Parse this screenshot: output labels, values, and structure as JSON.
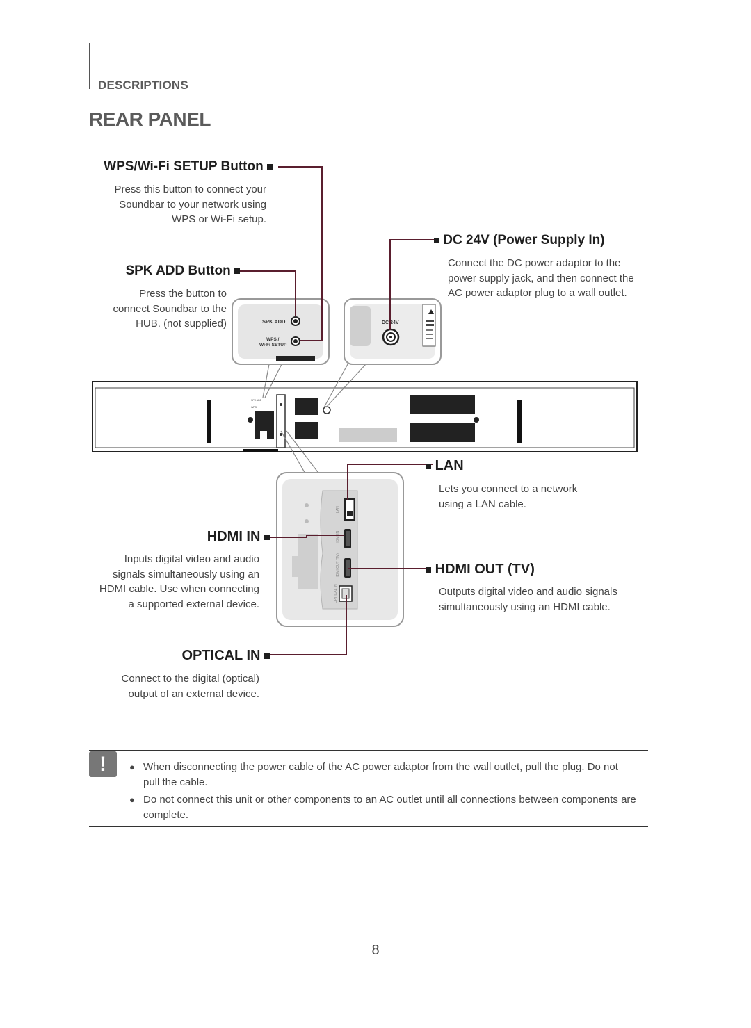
{
  "header": {
    "section": "DESCRIPTIONS",
    "title": "REAR PANEL"
  },
  "callouts": {
    "wps": {
      "title": "WPS/Wi-Fi SETUP Button",
      "lines": [
        "Press this button to connect your",
        "Soundbar to your network using",
        "WPS or Wi-Fi setup."
      ]
    },
    "spk_add": {
      "title": "SPK ADD Button",
      "lines": [
        "Press the button to",
        "connect Soundbar to the",
        "HUB. (not supplied)"
      ]
    },
    "dc24v": {
      "title": "DC 24V (Power Supply In)",
      "lines": [
        "Connect the DC power adaptor to the",
        "power supply jack, and then connect the",
        "AC power adaptor plug to a wall outlet."
      ]
    },
    "lan": {
      "title": "LAN",
      "lines": [
        "Lets you connect to a network",
        "using a LAN cable."
      ]
    },
    "hdmi_in": {
      "title": "HDMI IN",
      "lines": [
        "Inputs digital video and audio",
        "signals simultaneously using an",
        "HDMI cable. Use when connecting",
        "a supported external device."
      ]
    },
    "hdmi_out": {
      "title": "HDMI OUT (TV)",
      "lines": [
        "Outputs digital video and audio signals",
        "simultaneously using an HDMI cable."
      ]
    },
    "optical_in": {
      "title": "OPTICAL IN",
      "lines": [
        "Connect to the digital (optical)",
        "output of an external device."
      ]
    }
  },
  "device_labels": {
    "spk_add": "SPK ADD",
    "wps_line1": "WPS /",
    "wps_line2": "Wi-Fi SETUP",
    "dc24v": "DC 24V",
    "lan": "LAN",
    "hdmi_in": "HDMI IN",
    "hdmi_out": "HDMI OUT (TV)",
    "optical": "OPTICAL IN"
  },
  "note": {
    "icon": "!",
    "items": [
      "When disconnecting the power cable of the AC power adaptor from the wall outlet, pull the plug. Do not pull the cable.",
      "Do not connect this unit or other components to an AC outlet until all connections between components are complete."
    ]
  },
  "page_number": "8",
  "colors": {
    "leader_line": "#5a1e2e",
    "device_outline": "#222222",
    "callout_outline": "#9a9a9a"
  }
}
